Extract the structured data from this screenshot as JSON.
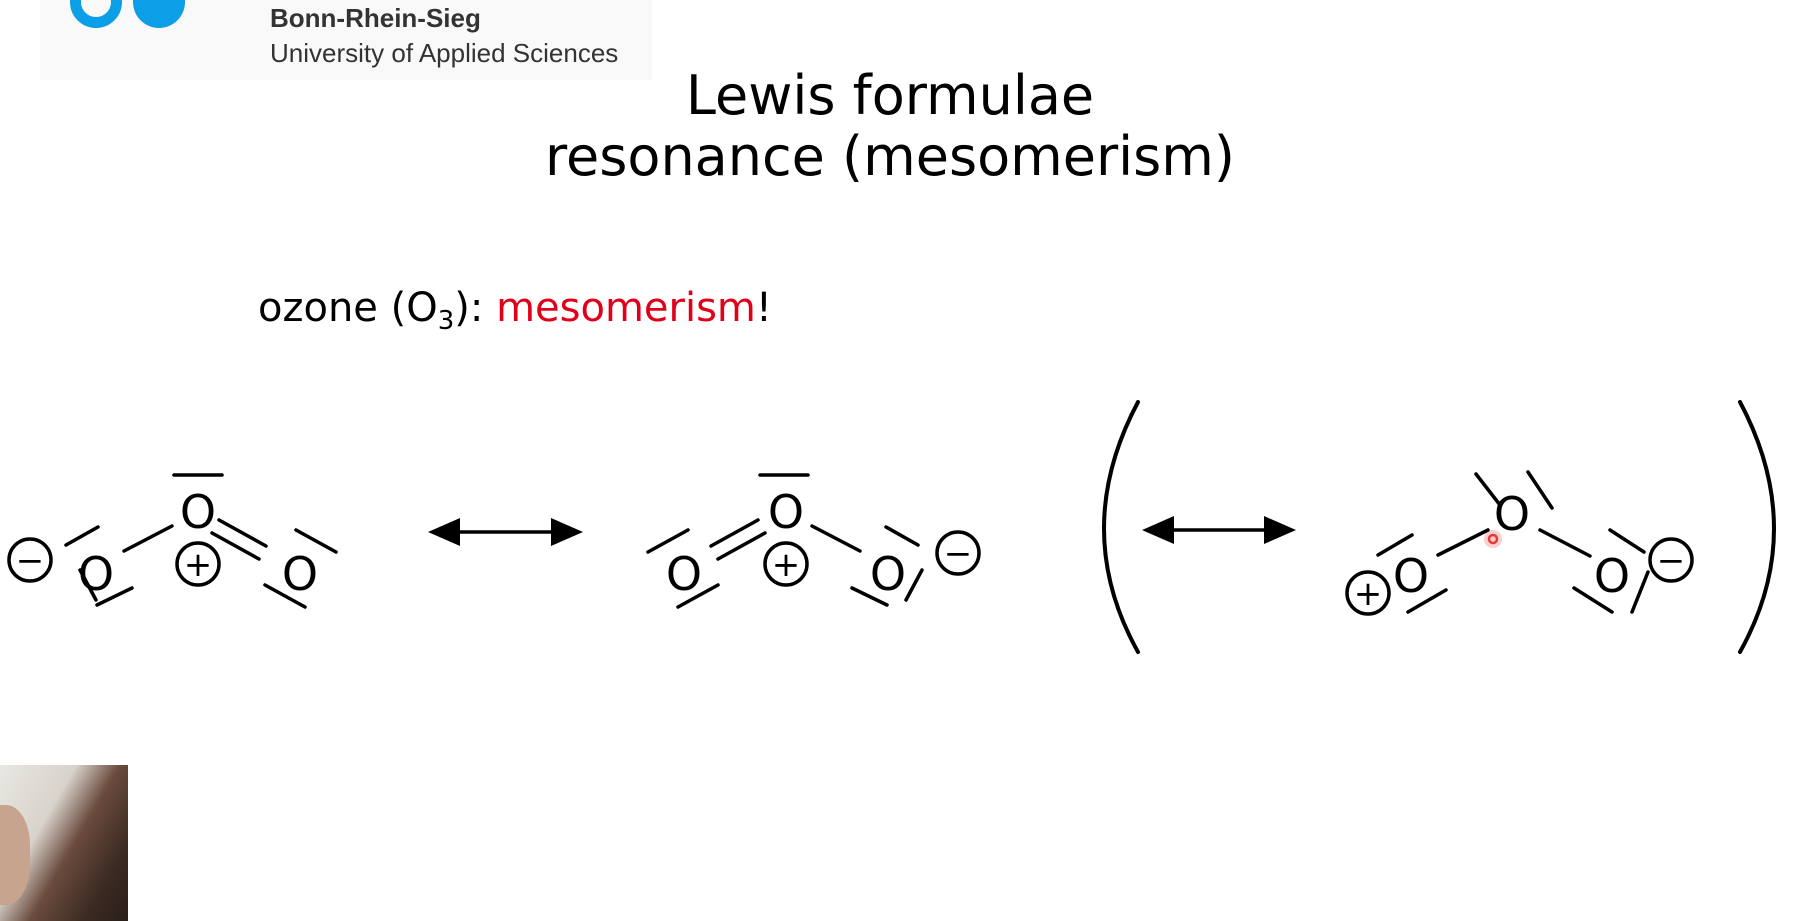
{
  "logo": {
    "name": "Bonn-Rhein-Sieg",
    "subtitle": "University of Applied Sciences",
    "color": "#0c9ee6"
  },
  "title": {
    "line1": "Lewis formulae",
    "line2": "resonance (mesomerism)"
  },
  "ozone": {
    "prefix": "ozone (O",
    "subscript": "3",
    "suffix": "): ",
    "highlight": "mesomerism",
    "tail": "!",
    "highlight_color": "#e1001a"
  },
  "structures": {
    "atom_label": "O",
    "charges": [
      "−",
      "+",
      "+",
      "−",
      "+",
      "−"
    ]
  }
}
